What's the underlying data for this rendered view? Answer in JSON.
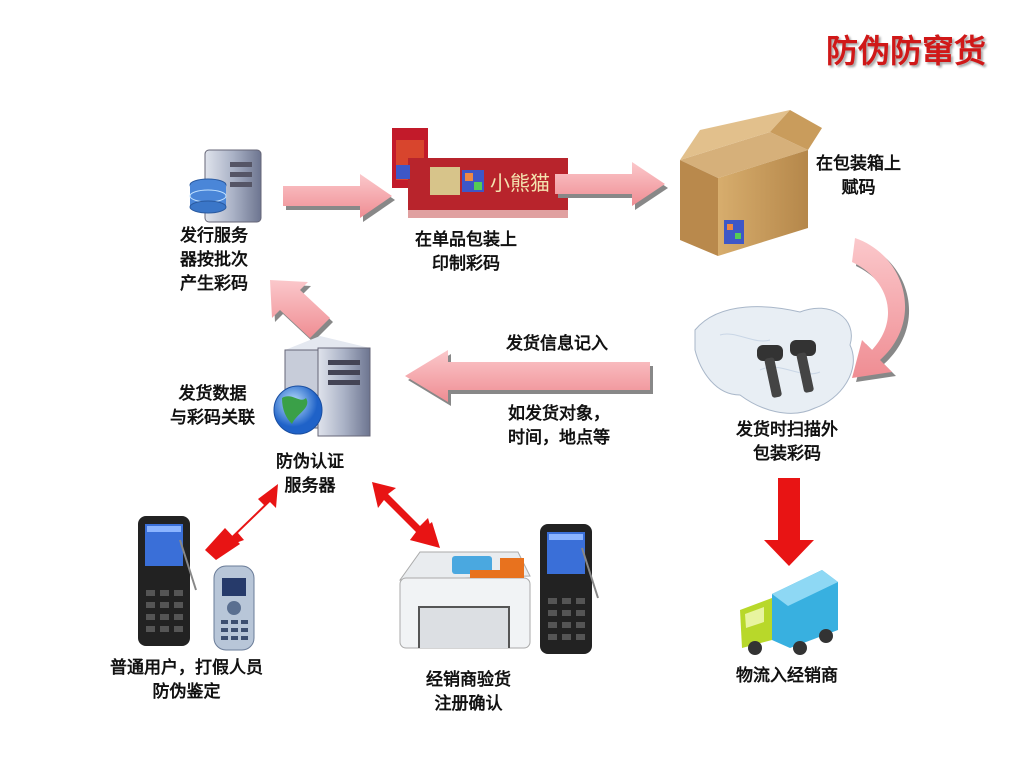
{
  "title": "防伪防窜货",
  "labels": {
    "issue_server": [
      "发行服务",
      "器按批次",
      "产生彩码"
    ],
    "print_unit": [
      "在单品包装上",
      "印制彩码"
    ],
    "box_code": [
      "在包装箱上",
      "赋码"
    ],
    "ship_info_top": "发货信息记入",
    "ship_info_bottom": [
      "如发货对象，",
      "时间，地点等"
    ],
    "link_data": [
      "发货数据",
      "与彩码关联"
    ],
    "auth_server": [
      "防伪认证",
      "服务器"
    ],
    "scan_box": [
      "发货时扫描外",
      "包装彩码"
    ],
    "users": [
      "普通用户，打假人员",
      "防伪鉴定"
    ],
    "dealer": [
      "经销商验货",
      "注册确认"
    ],
    "logistics": "物流入经销商"
  },
  "product_text": "小熊猫",
  "colors": {
    "title": "#d01818",
    "arrow_pink": "#f5a3a8",
    "arrow_red": "#e81414",
    "box": "#c89a5a"
  }
}
